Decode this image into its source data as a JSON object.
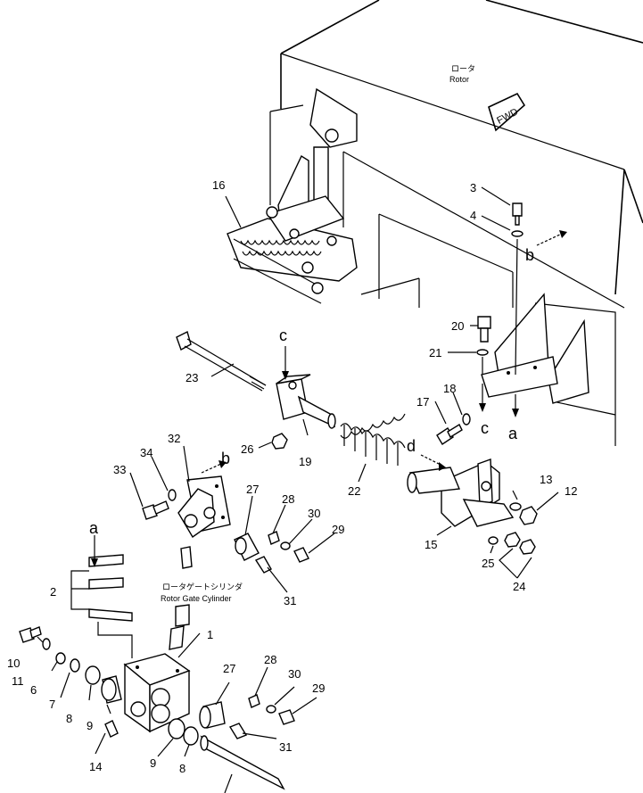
{
  "figure": {
    "rotor_label_jp": "ロータ",
    "rotor_label_en": "Rotor",
    "fwd_label": "FWD",
    "cylinder_label_jp": "ロータゲートシリンダ",
    "cylinder_label_en": "Rotor Gate Cylinder"
  },
  "callouts": {
    "n1": "1",
    "n2": "2",
    "n3": "3",
    "n4": "4",
    "n6": "6",
    "n7": "7",
    "n8a": "8",
    "n8b": "8",
    "n9a": "9",
    "n9b": "9",
    "n10": "10",
    "n11": "11",
    "n12": "12",
    "n13": "13",
    "n14": "14",
    "n15": "15",
    "n16": "16",
    "n17": "17",
    "n18": "18",
    "n19": "19",
    "n20": "20",
    "n21": "21",
    "n22": "22",
    "n23": "23",
    "n24": "24",
    "n25": "25",
    "n26": "26",
    "n27a": "27",
    "n27b": "27",
    "n28a": "28",
    "n28b": "28",
    "n29a": "29",
    "n29b": "29",
    "n30a": "30",
    "n30b": "30",
    "n31a": "31",
    "n31b": "31",
    "n32": "32",
    "n33": "33",
    "n34": "34"
  },
  "refs": {
    "a_top": "a",
    "a_left": "a",
    "b_top": "b",
    "b_left": "b",
    "c_top": "c",
    "c_right": "c",
    "d": "d"
  }
}
